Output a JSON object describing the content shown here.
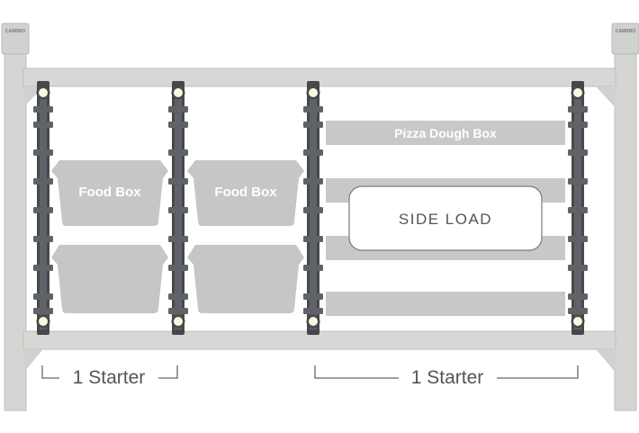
{
  "brand": {
    "logo_text": "CAMBRO"
  },
  "colors": {
    "frame": "#d4d6d3",
    "frame_shadow": "#bfc1be",
    "post": "#5f6266",
    "post_dark": "#46484c",
    "box": "#c6c6c6",
    "shelf": "#c8c8c8",
    "knob": "#fbf8df"
  },
  "diagram": {
    "food_box_label": "Food Box",
    "pizza_label": "Pizza Dough Box",
    "side_load_label": "SIDE LOAD",
    "starter_left": "1 Starter",
    "starter_right": "1 Starter"
  }
}
